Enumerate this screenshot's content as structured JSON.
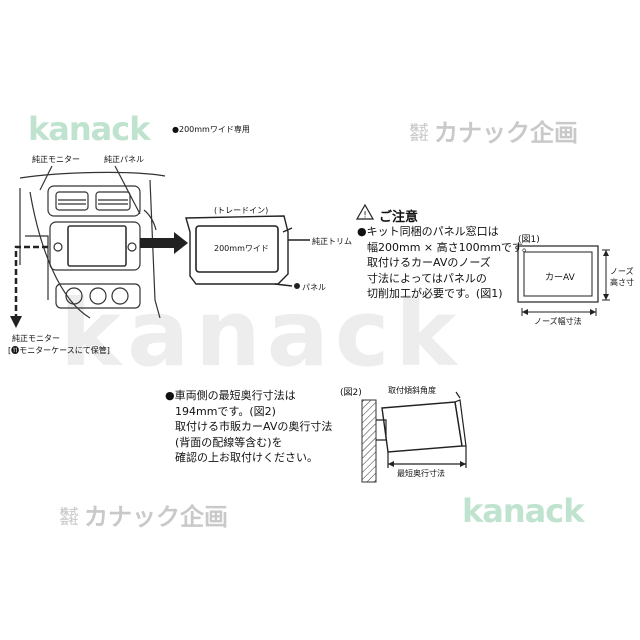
{
  "watermarks": {
    "logo_top": "kanack",
    "company_top_small": "株式会社",
    "company_top": "カナック企画",
    "big_center": "kanack",
    "company_bottom_small": "株式会社",
    "company_bottom": "カナック企画",
    "logo_bottom": "kanack"
  },
  "header_note": "●200mmワイド専用",
  "labels": {
    "oem_monitor": "純正モニター",
    "oem_panel": "純正パネル",
    "tray_in": "(トレードイン)",
    "wide_200": "200mmワイド",
    "oem_trim": "純正トリム",
    "panel_num": "❶",
    "panel_label": "パネル",
    "storage_title": "純正モニター",
    "storage_note": "[⓫モニターケースにて保管]"
  },
  "caution": {
    "title": "ご注意",
    "lines": [
      "●キット同梱のパネル窓口は",
      "幅200mm × 高さ100mmです。",
      "取付けるカーAVのノーズ",
      "寸法によってはパネルの",
      "切削加工が必要です。(図1)"
    ]
  },
  "figure1": {
    "label": "(図1)",
    "box_label": "カーAV",
    "height_label_1": "ノーズ",
    "height_label_2": "高さ寸",
    "width_label": "ノーズ幅寸法"
  },
  "depth_note": {
    "lines": [
      "●車両側の最短奥行寸法は",
      "194mmです。(図2)",
      "取付ける市販カーAVの奥行寸法",
      "(背面の配線等含む)を",
      "確認の上お取付けください。"
    ]
  },
  "figure2": {
    "label": "(図2)",
    "angle_label": "取付傾斜角度",
    "depth_label": "最短奥行寸法"
  }
}
